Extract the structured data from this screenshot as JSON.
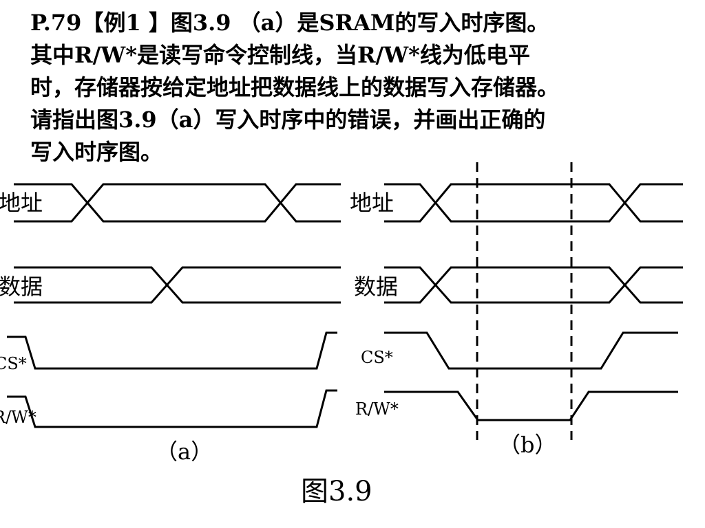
{
  "problem": {
    "lines": [
      "P.79【例1 】图3.9 （a）是SRAM的写入时序图。",
      "其中R/W*是读写命令控制线，当R/W*线为低电平",
      "时，存储器按给定地址把数据线上的数据写入存储器。",
      "请指出图3.9（a）写入时序中的错误，并画出正确的",
      "写入时序图。"
    ]
  },
  "diagram_a": {
    "signals": {
      "address": "地址",
      "data": "数据",
      "cs": "CS*",
      "rw": "R/W*"
    },
    "caption": "（a）"
  },
  "diagram_b": {
    "signals": {
      "address": "地址",
      "data": "数据",
      "cs": "CS*",
      "rw": "R/W*"
    },
    "caption": "（b）"
  },
  "figure_caption": "图3.9"
}
